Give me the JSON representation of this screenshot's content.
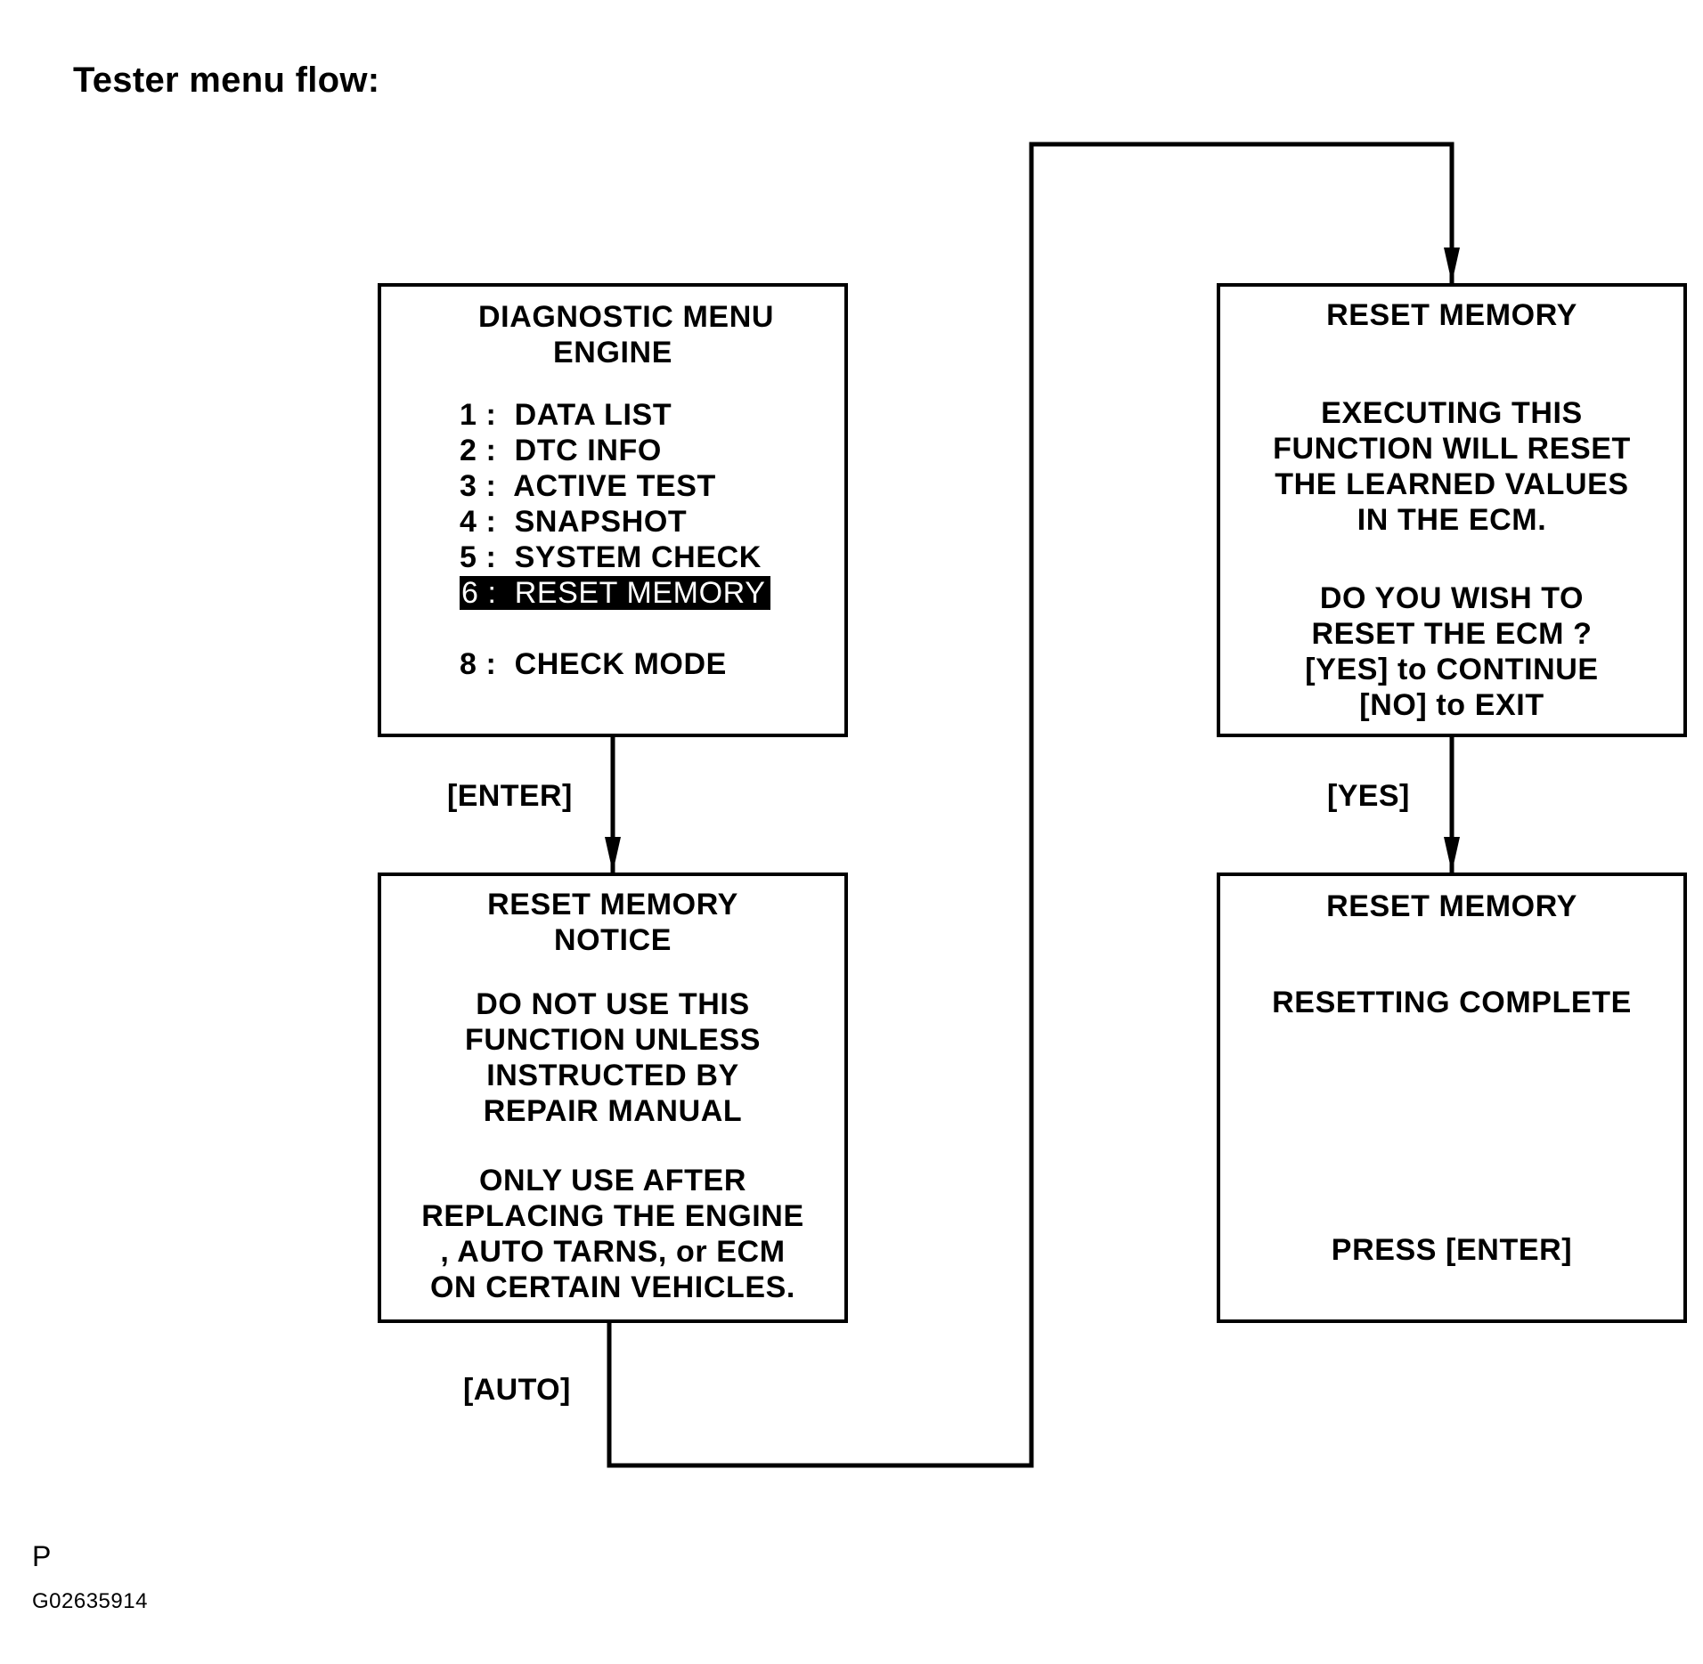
{
  "heading": "Tester menu flow:",
  "diagnostic_menu": {
    "title_lines": [
      "DIAGNOSTIC MENU",
      "ENGINE"
    ],
    "items": [
      {
        "label": "1 :  DATA LIST",
        "selected": false
      },
      {
        "label": "2 :  DTC INFO",
        "selected": false
      },
      {
        "label": "3 :  ACTIVE TEST",
        "selected": false
      },
      {
        "label": "4 :  SNAPSHOT",
        "selected": false
      },
      {
        "label": "5 :  SYSTEM CHECK",
        "selected": false
      },
      {
        "label": "6 :  RESET MEMORY",
        "selected": true
      },
      {
        "label": "8 :  CHECK MODE",
        "selected": false
      }
    ]
  },
  "notice_screen": {
    "title_lines": [
      "RESET MEMORY",
      "NOTICE"
    ],
    "paragraph1": [
      "DO NOT USE THIS",
      "FUNCTION UNLESS",
      "INSTRUCTED BY",
      "REPAIR MANUAL"
    ],
    "paragraph2": [
      "ONLY USE AFTER",
      "REPLACING THE ENGINE",
      ", AUTO TARNS, or ECM",
      "ON CERTAIN VEHICLES."
    ]
  },
  "confirm_screen": {
    "title": "RESET MEMORY",
    "paragraph1": [
      "EXECUTING THIS",
      "FUNCTION WILL RESET",
      "THE LEARNED VALUES",
      "IN THE ECM."
    ],
    "paragraph2": [
      "DO YOU WISH TO",
      "RESET THE ECM ?",
      "[YES] to CONTINUE",
      "[NO] to EXIT"
    ]
  },
  "complete_screen": {
    "title": "RESET MEMORY",
    "status": "RESETTING COMPLETE",
    "prompt": "PRESS [ENTER]"
  },
  "transitions": {
    "enter": "[ENTER]",
    "auto": "[AUTO]",
    "yes": "[YES]"
  },
  "footer": {
    "letter": "P",
    "figure_code": "G02635914"
  }
}
